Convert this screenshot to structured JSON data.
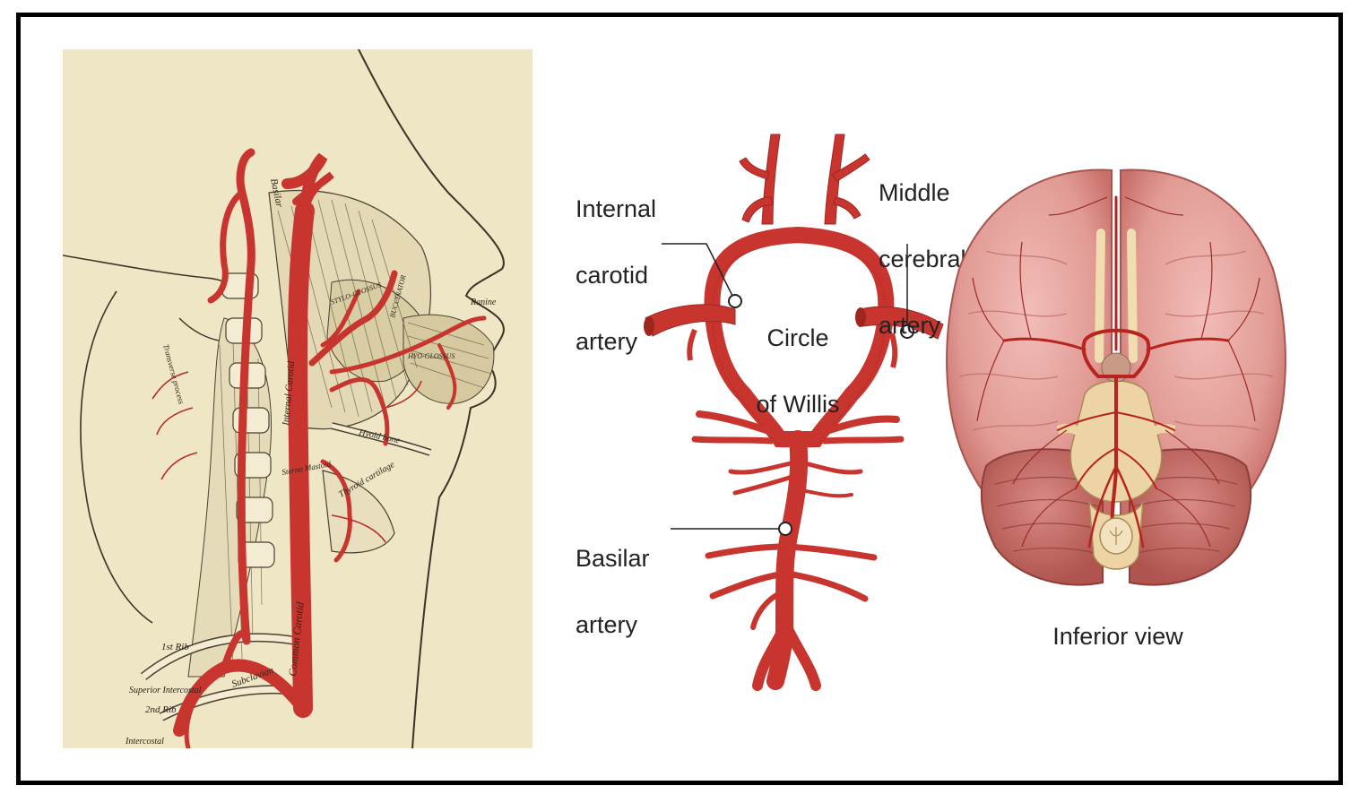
{
  "left_panel": {
    "labels": {
      "basilar": "Basilar",
      "internal_carotid": "Internal Carotid",
      "common_carotid": "Common Carotid",
      "subclavian": "Subclavian",
      "first_rib": "1st Rib",
      "second_rib": "2nd Rib",
      "superior_intercostal": "Superior Intercostal",
      "intercostal": "Intercostal",
      "hyoid_bone": "Hyoid bone",
      "thyroid_cartilage": "Thyroid cartilage",
      "ranine": "Ranine",
      "hyo_glossus": "HYO-GLOSSUS",
      "stylo_glossus": "STYLO-GLOSSUS",
      "buccinator": "BUCCINATOR",
      "sterno_mastoid": "Sterno Mastoid",
      "transverse_process": "Transverse process"
    }
  },
  "mid_panel": {
    "internal_carotid": [
      "Internal",
      "carotid",
      "artery"
    ],
    "middle_cerebral": [
      "Middle",
      "cerebral",
      "artery"
    ],
    "circle": [
      "Circle",
      "of Willis"
    ],
    "basilar": [
      "Basilar",
      "artery"
    ]
  },
  "right_panel": {
    "caption": "Inferior view"
  },
  "colors": {
    "artery": "#c8352e",
    "artery_dark": "#9e2620",
    "parchment": "#efe6c6",
    "brain": "#e9a3a0"
  }
}
